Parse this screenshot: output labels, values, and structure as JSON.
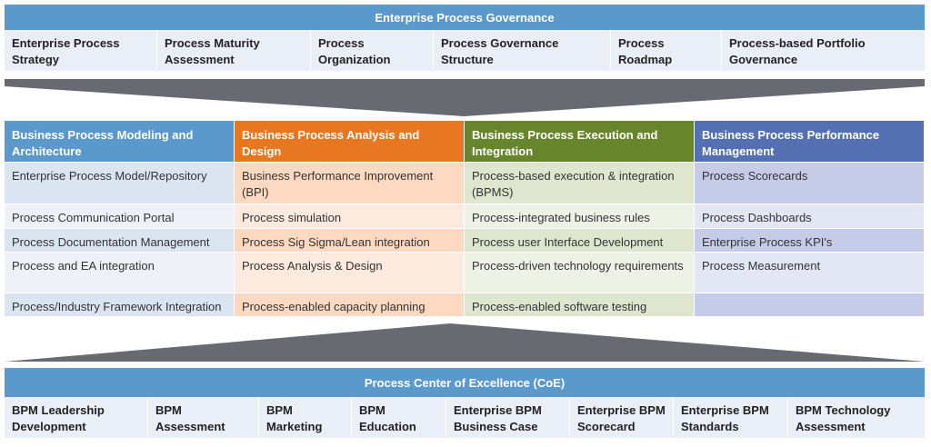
{
  "governance": {
    "title": "Enterprise Process Governance",
    "items": [
      "Enterprise Process Strategy",
      "Process Maturity Assessment",
      "Process Organization",
      "Process Governance Structure",
      "Process Roadmap",
      "Process-based Portfolio Governance"
    ]
  },
  "matrix": {
    "columns": [
      {
        "title": "Business Process Modeling and Architecture",
        "color": "#5b98cc",
        "items": [
          "Enterprise Process Model/Repository",
          "Process Communication Portal",
          "Process Documentation Management",
          "Process and EA integration",
          "Process/Industry Framework Integration"
        ]
      },
      {
        "title": "Business Process Analysis and Design",
        "color": "#e87722",
        "items": [
          "Business Performance Improvement (BPI)",
          "Process simulation",
          "Process Sig Sigma/Lean integration",
          "Process Analysis & Design",
          "Process-enabled capacity planning"
        ]
      },
      {
        "title": "Business Process Execution and Integration",
        "color": "#67862b",
        "items": [
          "Process-based execution & integration (BPMS)",
          "Process-integrated business rules",
          "Process user Interface Development",
          "Process-driven technology requirements",
          "Process-enabled software testing"
        ]
      },
      {
        "title": "Business Process Performance Management",
        "color": "#5470b0",
        "items": [
          "Process Scorecards",
          "Process Dashboards",
          "Enterprise Process KPI's",
          "Process Measurement",
          ""
        ]
      }
    ]
  },
  "coe": {
    "title": "Process Center of Excellence (CoE)",
    "items": [
      "BPM Leadership Development",
      "BPM Assessment",
      "BPM Marketing",
      "BPM Education",
      "Enterprise BPM Business Case",
      "Enterprise BPM Scorecard",
      "Enterprise BPM Standards",
      "BPM Technology Assessment"
    ]
  }
}
